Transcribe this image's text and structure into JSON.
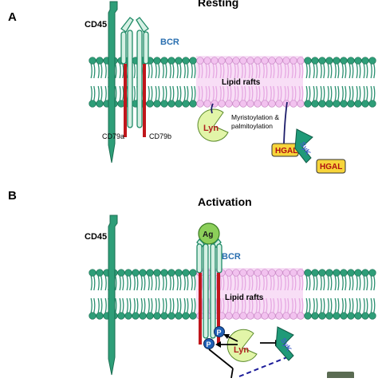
{
  "panel_a": {
    "letter": "A",
    "title": "Resting",
    "cd45": "CD45",
    "bcr": "BCR",
    "lipid_rafts": "Lipid rafts",
    "cd79a": "CD79a",
    "cd79b": "CD79b",
    "lyn": "Lyn",
    "myristoylation_line1": "Myristoylation &",
    "myristoylation_line2": "palmitoylation",
    "hgal_1": "HGAL",
    "hgal_2": "HGAL",
    "syk": "SyK"
  },
  "panel_b": {
    "letter": "B",
    "title": "Activation",
    "cd45": "CD45",
    "ag": "Ag",
    "bcr": "BCR",
    "lipid_rafts": "Lipid rafts",
    "lyn": "Lyn",
    "p_1": "P",
    "p_2": "P",
    "syk": "SyK"
  },
  "colors": {
    "membrane_green": "#2e9e78",
    "raft_pink": "#f2c2ef",
    "receptor_fill": "#d6f0e4",
    "receptor_stroke": "#1f8a66",
    "cd79_red": "#c0161b",
    "lyn_fill": "#e2f5a8",
    "lyn_text": "#b02020",
    "hgal_fill": "#f7d43a",
    "hgal_text": "#b01010",
    "syk_fill": "#1f9a78",
    "p_fill": "#1f5fb5",
    "ag_fill": "#8ccf5a",
    "bcr_text": "#2a6fb0",
    "dashed_blue": "#1c1c9a"
  }
}
